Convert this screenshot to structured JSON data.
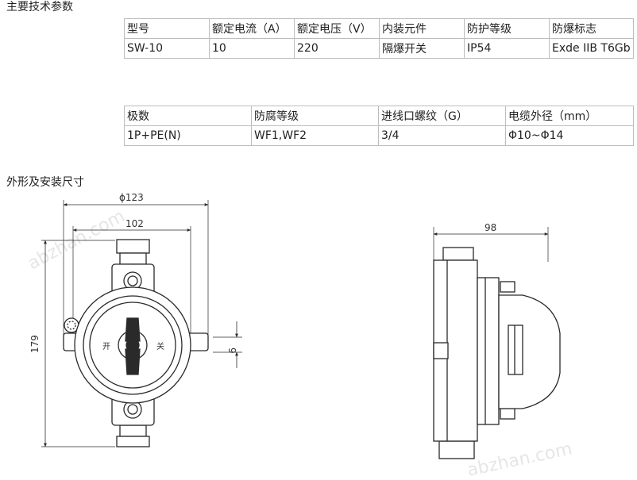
{
  "sections": {
    "params_title": "主要技术参数",
    "dims_title": "外形及安装尺寸"
  },
  "table1": {
    "headers": [
      "型号",
      "额定电流（A）",
      "额定电压（V）",
      "内装元件",
      "防护等级",
      "防爆标志"
    ],
    "row": [
      "SW-10",
      "10",
      "220",
      "隔爆开关",
      "IP54",
      "Exde IIB T6Gb"
    ]
  },
  "table2": {
    "headers": [
      "极数",
      "防腐等级",
      "进线口螺纹（G）",
      "电缆外径（mm）"
    ],
    "row": [
      "1P+PE(N)",
      "WF1,WF2",
      "3/4",
      "Φ10~Φ14"
    ]
  },
  "drawing": {
    "front": {
      "dim_width_outer": "ϕ123",
      "dim_width_inner": "102",
      "dim_height": "179",
      "dim_small": "9",
      "switch_labels": [
        "开",
        "关"
      ]
    },
    "side": {
      "dim_depth": "98"
    },
    "watermark": "abzhan.com"
  },
  "colors": {
    "text": "#222222",
    "border": "#bdbdbd",
    "line": "#2a2a2a",
    "body_fill": "#ffffff"
  }
}
